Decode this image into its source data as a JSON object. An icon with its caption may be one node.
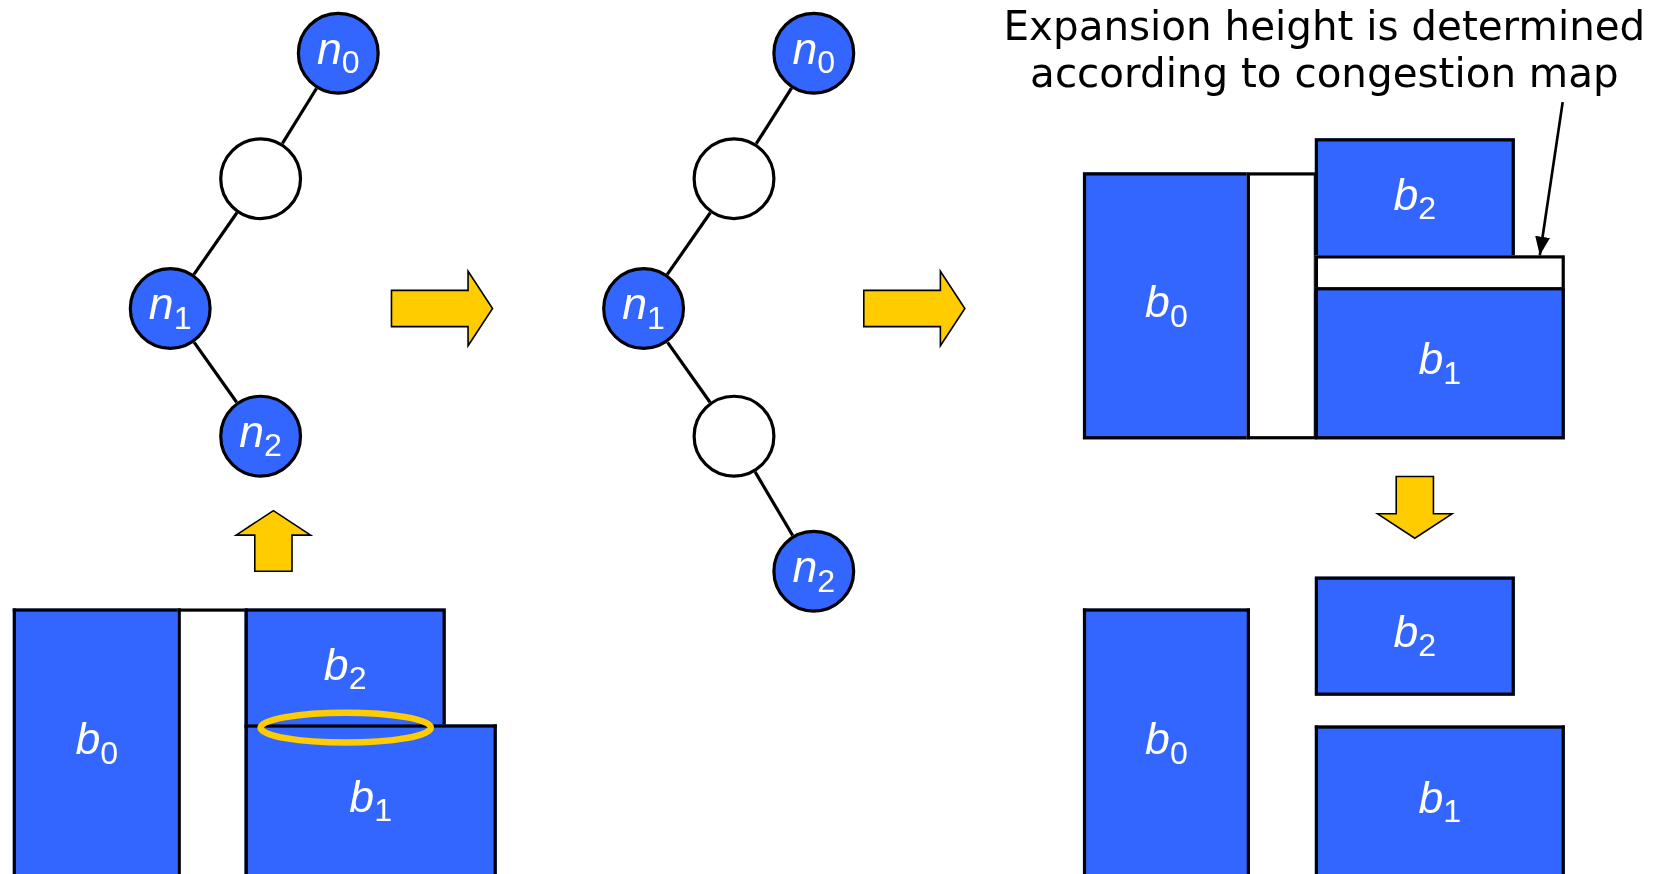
{
  "diagram": {
    "nodes": [
      {
        "text": [
          "*n*$_{0}$"
        ]
      },
      {
        "text": [],
        "shape": "circle"
      },
      {
        "text": [
          "*n*$_{1}$"
        ]
      },
      {
        "text": [
          "*n*$_{2}$"
        ]
      },
      {
        "text": [
          "*n*$_{0}$"
        ]
      },
      {
        "text": [],
        "shape": "circle"
      },
      {
        "text": [
          "*n*$_{1}$"
        ]
      },
      {
        "text": [],
        "shape": "circle"
      },
      {
        "text": [
          "*n*$_{2}$"
        ]
      },
      {
        "text": [
          "Expansion height is determined according to congestion map"
        ]
      },
      {
        "text": [
          "*b*$_{0}$"
        ]
      },
      {
        "text": [],
        "shape": "box"
      },
      {
        "text": [
          "*b*$_{2}$"
        ]
      },
      {
        "text": [],
        "shape": "box"
      },
      {
        "text": [
          "*b*$_{1}$"
        ]
      },
      {
        "text": [
          "*b*$_{0}$"
        ]
      },
      {
        "text": [],
        "shape": "box"
      },
      {
        "text": [
          "*b*$_{2}$"
        ]
      },
      {
        "text": [
          "*b*$_{1}$"
        ]
      },
      {
        "text": [
          "*b*$_{0}$"
        ]
      },
      {
        "text": [
          "*b*$_{2}$"
        ]
      },
      {
        "text": [
          "*b*$_{1}$"
        ]
      }
    ],
    "edges": [
      {
        "from": 0,
        "to": 1,
        "arrow": "none"
      },
      {
        "from": 1,
        "to": 2,
        "arrow": "none"
      },
      {
        "from": 2,
        "to": 3,
        "arrow": "none"
      },
      {
        "from": 4,
        "to": 5,
        "arrow": "none"
      },
      {
        "from": 5,
        "to": 6,
        "arrow": "none"
      },
      {
        "from": 6,
        "to": 7,
        "arrow": "none"
      },
      {
        "from": 7,
        "to": 8,
        "arrow": "none"
      },
      {
        "from": 9,
        "to": 13,
        "arrow": "to"
      },
      {
        "from": 17,
        "to": 3,
        "arrow": "to",
        "style": "thick"
      },
      {
        "from": 14,
        "to": 20,
        "arrow": "to",
        "style": "thick"
      }
    ]
  }
}
